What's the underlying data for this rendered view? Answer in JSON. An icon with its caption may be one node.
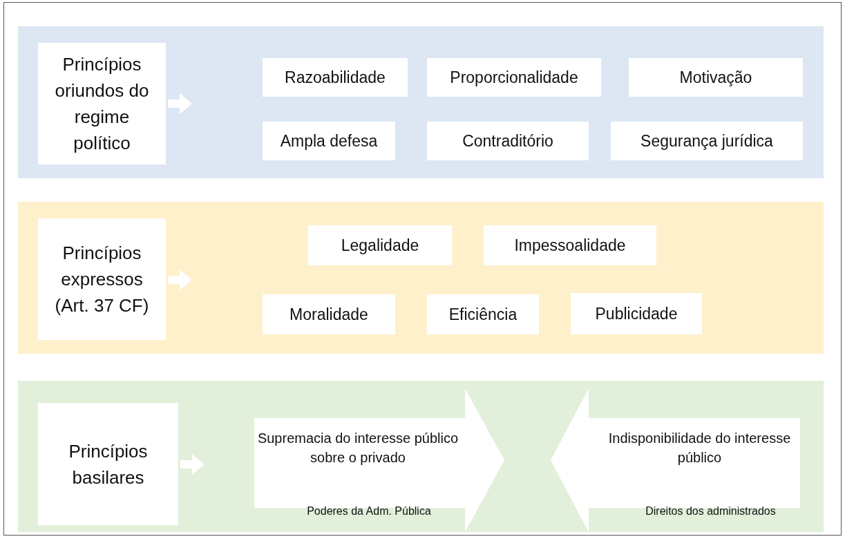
{
  "diagram": {
    "nodes": [
      {
        "text": [],
        "shape": "box"
      },
      {
        "text": [
          "Princípios oriundos do regime político"
        ],
        "in": 0
      },
      {
        "text": [
          "Razoabilidade"
        ],
        "in": 0
      },
      {
        "text": [
          "Proporcionalidade"
        ],
        "in": 0
      },
      {
        "text": [
          "Motivação"
        ],
        "in": 0
      },
      {
        "text": [
          "Ampla defesa"
        ],
        "in": 0
      },
      {
        "text": [
          "Contraditório"
        ],
        "in": 0
      },
      {
        "text": [
          "Segurança jurídica"
        ],
        "in": 0
      },
      {
        "text": [],
        "shape": "box"
      },
      {
        "text": [
          "Princípios expressos",
          "(Art. 37 CF)"
        ],
        "in": 8
      },
      {
        "text": [
          "Legalidade"
        ],
        "in": 8
      },
      {
        "text": [
          "Impessoalidade"
        ],
        "in": 8
      },
      {
        "text": [
          "Moralidade"
        ],
        "in": 8
      },
      {
        "text": [
          "Eficiência"
        ],
        "in": 8
      },
      {
        "text": [
          "Publicidade"
        ],
        "in": 8
      },
      {
        "text": [],
        "shape": "box"
      },
      {
        "text": [
          "Princípios basilares"
        ],
        "in": 15
      },
      {
        "text": [
          "Supremacia do interesse público sobre o privado",
          "Poderes da Adm. Pública"
        ],
        "in": 15
      },
      {
        "text": [
          "Indisponibilidade do interesse público",
          "Direitos dos administrados"
        ],
        "in": 15
      }
    ]
  }
}
